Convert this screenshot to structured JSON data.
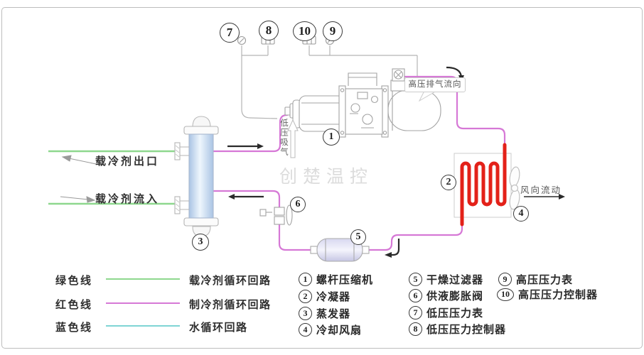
{
  "watermark": "创楚温控",
  "labels": {
    "coolant_outlet": "载冷剂出口",
    "coolant_inlet": "载冷剂流入",
    "suction": "低压吸气",
    "discharge": "高压排气流向",
    "air_flow": "风向流动"
  },
  "markers": {
    "m1": "1",
    "m2": "2",
    "m3": "3",
    "m4": "4",
    "m5": "5",
    "m6": "6",
    "m7": "7",
    "m8": "8",
    "m9": "9",
    "m10": "10"
  },
  "colors": {
    "coolant_green": "#8ed88e",
    "refrigerant_magenta": "#d678d6",
    "condenser_coil_red": "#e32119",
    "water_cyan": "#7fd4d4"
  },
  "legend_lines": [
    {
      "name": "绿色线",
      "desc": "载冷剂循环回路",
      "color": "#8ed88e"
    },
    {
      "name": "红色线",
      "desc": "制冷剂循环回路",
      "color": "#d678d6"
    },
    {
      "name": "蓝色线",
      "desc": "水循环回路",
      "color": "#7fd4d4"
    }
  ],
  "component_legend": {
    "col1": [
      {
        "num": "1",
        "label": "螺杆压缩机"
      },
      {
        "num": "2",
        "label": "冷凝器"
      },
      {
        "num": "3",
        "label": "蒸发器"
      },
      {
        "num": "4",
        "label": "冷却风扇"
      }
    ],
    "col2": [
      {
        "num": "5",
        "label": "干燥过滤器"
      },
      {
        "num": "6",
        "label": "供液膨胀阀"
      },
      {
        "num": "7",
        "label": "低压压力表"
      },
      {
        "num": "8",
        "label": "低压压力控制器"
      }
    ],
    "col3": [
      {
        "num": "9",
        "label": "高压压力表"
      },
      {
        "num": "10",
        "label": "高压压力控制器"
      }
    ]
  }
}
